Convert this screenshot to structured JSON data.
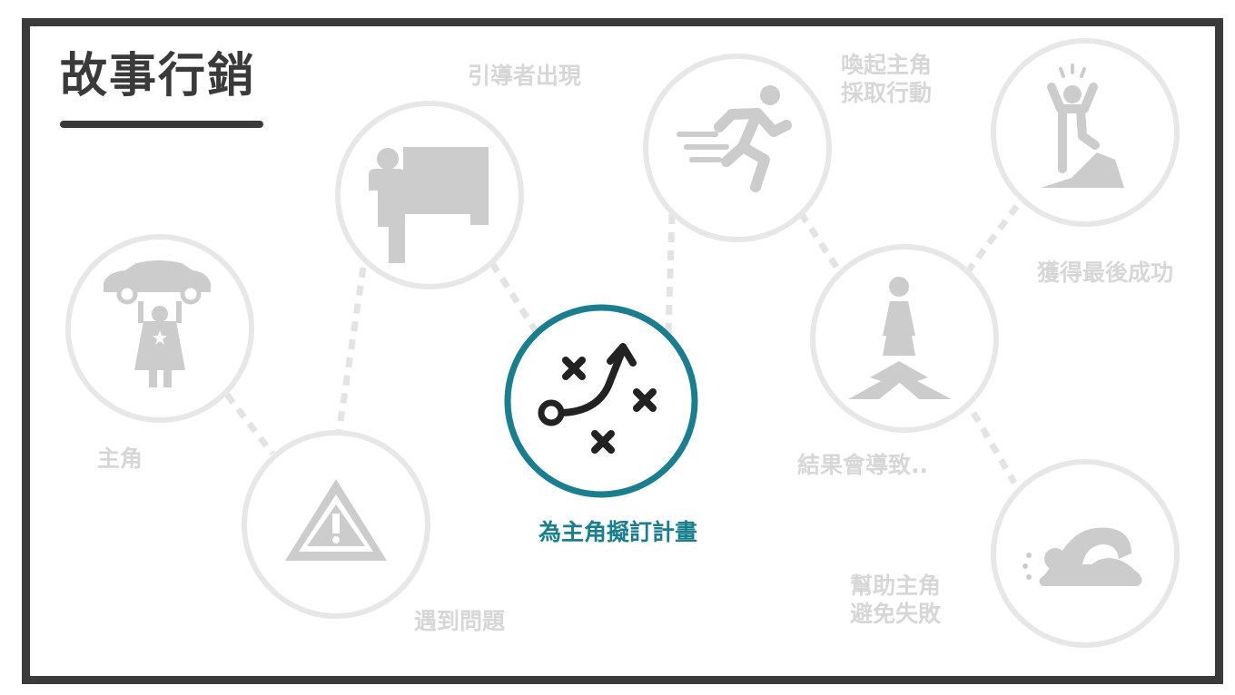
{
  "title": "故事行銷",
  "colors": {
    "accent": "#1a7e8e",
    "muted": "#d7d7d7",
    "frame": "#3b3b3b"
  },
  "nodes": {
    "hero": {
      "label": "主角",
      "icon": "superhero-lifting-car-icon"
    },
    "problem": {
      "label": "遇到問題",
      "icon": "warning-triangle-icon"
    },
    "guide": {
      "label": "引導者出現",
      "icon": "presenter-board-icon"
    },
    "plan": {
      "label": "為主角擬訂計畫",
      "icon": "strategy-play-icon"
    },
    "action": {
      "label_lines": [
        "喚起主角",
        "採取行動"
      ],
      "icon": "running-person-icon"
    },
    "result": {
      "label": "結果會導致..",
      "icon": "crossroads-person-icon"
    },
    "success": {
      "label": "獲得最後成功",
      "icon": "cheering-summit-icon"
    },
    "failure": {
      "label_lines": [
        "幫助主角",
        "避免失敗"
      ],
      "icon": "defeated-person-icon"
    }
  }
}
